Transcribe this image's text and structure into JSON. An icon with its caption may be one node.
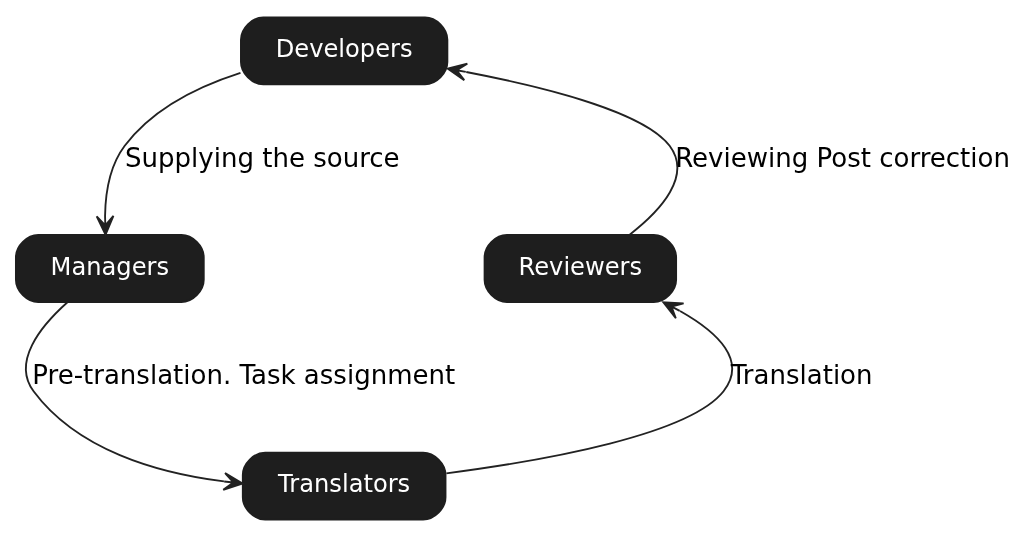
{
  "diagram": {
    "nodes": [
      {
        "text": [
          "Developers"
        ]
      },
      {
        "text": [
          "Managers"
        ]
      },
      {
        "text": [
          "Translators"
        ]
      },
      {
        "text": [
          "Reviewers"
        ]
      }
    ],
    "edges": [
      {
        "from": 0,
        "to": 1,
        "arrow": "to",
        "label": "Supplying the source"
      },
      {
        "from": 1,
        "to": 2,
        "arrow": "to",
        "label": "Pre-translation. Task assignment"
      },
      {
        "from": 2,
        "to": 3,
        "arrow": "to",
        "label": "Translation"
      },
      {
        "from": 3,
        "to": 0,
        "arrow": "to",
        "label": "Reviewing Post correction"
      }
    ]
  }
}
